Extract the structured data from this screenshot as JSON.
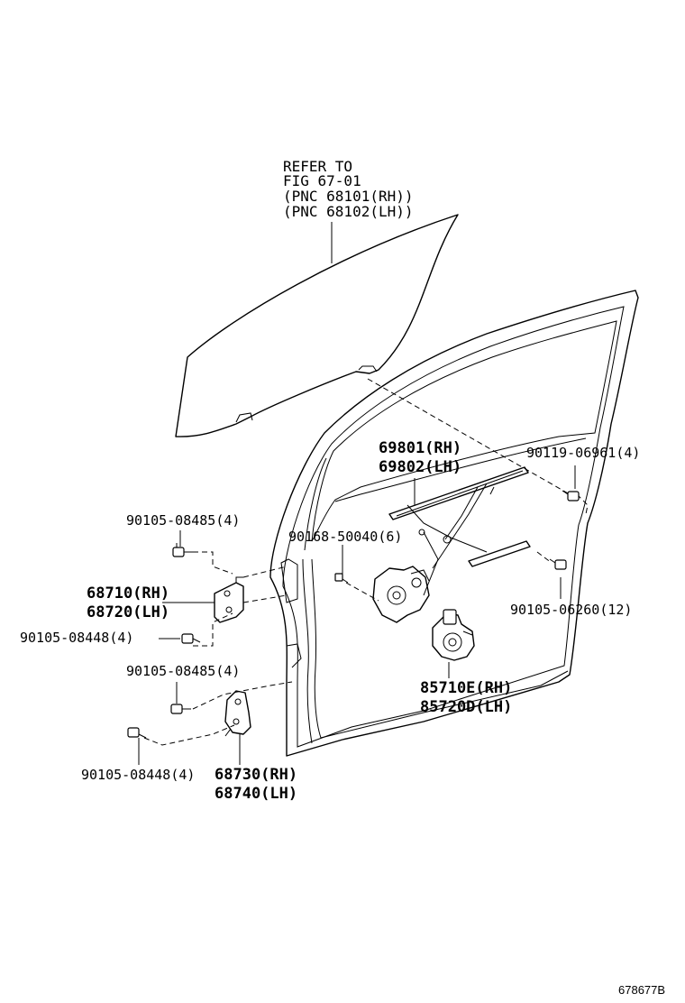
{
  "refer_note": {
    "line1": "REFER TO",
    "line2": "FIG 67-01",
    "line3": "(PNC 68101(RH))",
    "line4": "(PNC 68102(LH))"
  },
  "parts": {
    "regulator_rh": "69801(RH)",
    "regulator_lh": "69802(LH)",
    "bolt_90119": "90119-06961(4)",
    "bolt_90105_08485_top": "90105-08485(4)",
    "bolt_90168": "90168-50040(6)",
    "hinge_upper_rh": "68710(RH)",
    "hinge_upper_lh": "68720(LH)",
    "bolt_90105_08448_top": "90105-08448(4)",
    "bolt_90105_06260": "90105-06260(12)",
    "bolt_90105_08485_bottom": "90105-08485(4)",
    "motor_rh": "85710E(RH)",
    "motor_lh": "85720D(LH)",
    "bolt_90105_08448_bottom": "90105-08448(4)",
    "hinge_lower_rh": "68730(RH)",
    "hinge_lower_lh": "68740(LH)"
  },
  "figure_id": "678677B"
}
